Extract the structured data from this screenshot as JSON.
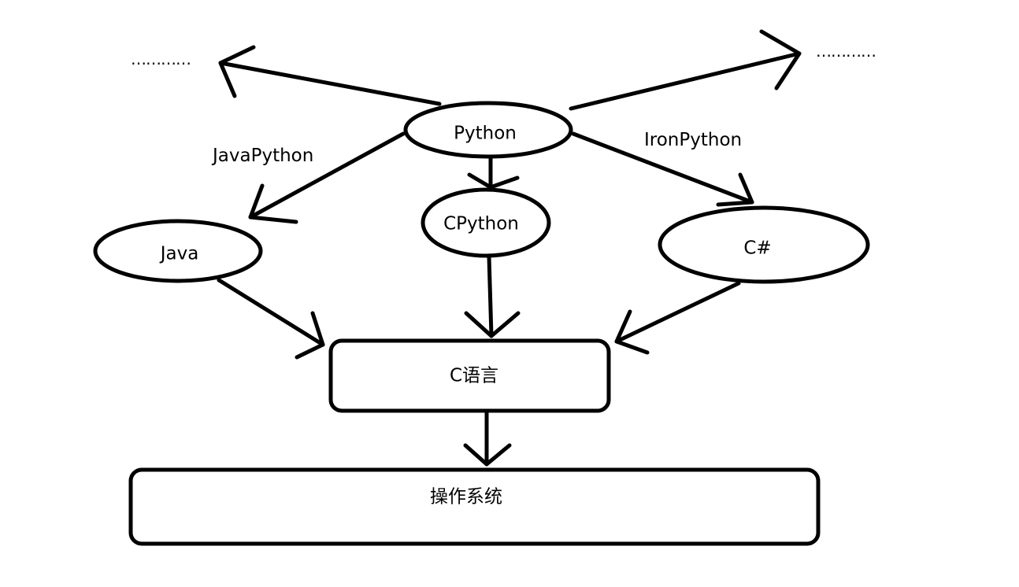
{
  "nodes": {
    "python": "Python",
    "cpython": "CPython",
    "java": "Java",
    "csharp": "C#",
    "c_language": "C语言",
    "os": "操作系统"
  },
  "edge_labels": {
    "java_python": "JavaPython",
    "iron_python": "IronPython"
  },
  "ellipsis_left": "…………",
  "ellipsis_right": "…………",
  "colors": {
    "stroke": "#000000",
    "background": "#ffffff"
  }
}
